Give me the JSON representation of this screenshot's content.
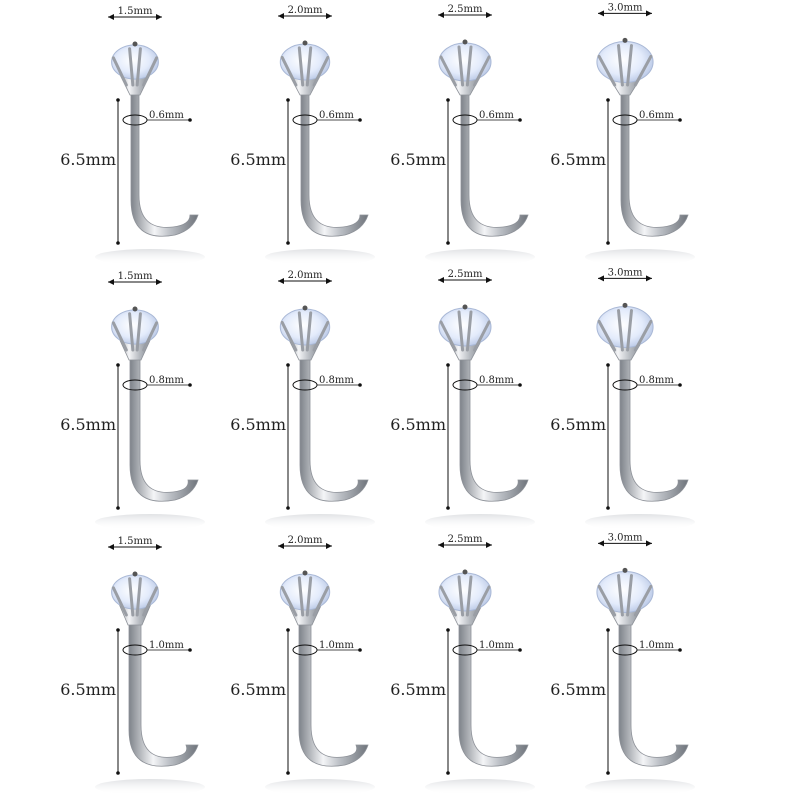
{
  "rows": [
    {
      "gauge_label": "0.6mm",
      "length_label": "6.5mm",
      "gem_labels": [
        "1.5mm",
        "2.0mm",
        "2.5mm",
        "3.0mm"
      ]
    },
    {
      "gauge_label": "0.8mm",
      "length_label": "6.5mm",
      "gem_labels": [
        "1.5mm",
        "2.0mm",
        "2.5mm",
        "3.0mm"
      ]
    },
    {
      "gauge_label": "1.0mm",
      "length_label": "6.5mm",
      "gem_labels": [
        "1.5mm",
        "2.0mm",
        "2.5mm",
        "3.0mm"
      ]
    }
  ],
  "colors": {
    "metal": "#c9ccd1",
    "metal_dark": "#8d9198",
    "gem": "#e6eefb",
    "gem_edge": "#a9b8d6",
    "ink": "#111111"
  }
}
